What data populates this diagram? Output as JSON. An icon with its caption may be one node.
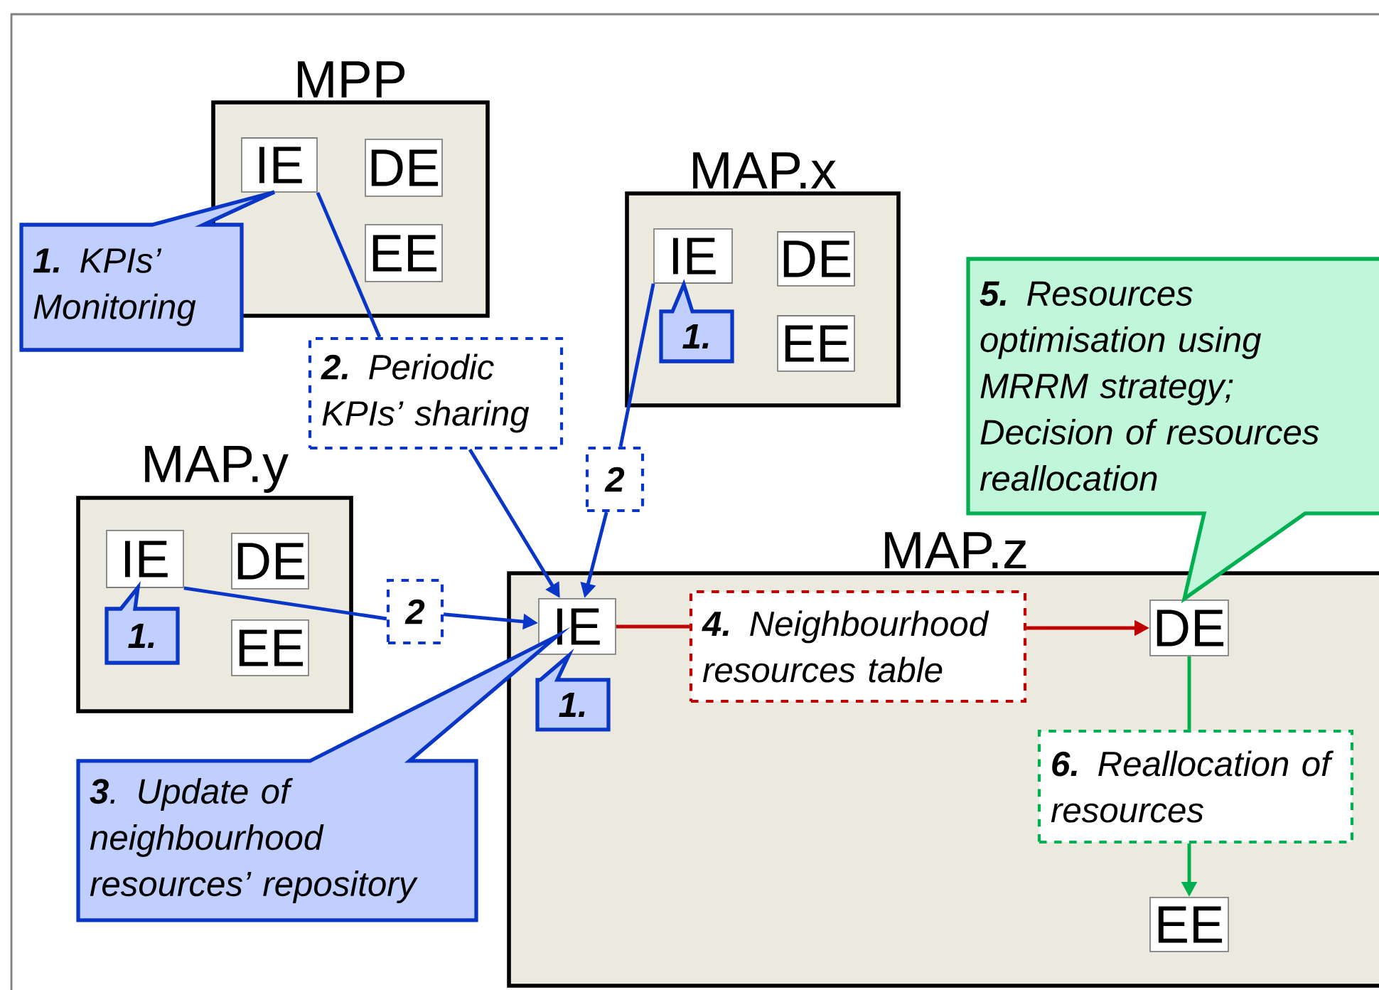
{
  "diagram": {
    "nodes": [
      {
        "text": [
          "MPP"
        ]
      },
      {
        "text": [
          "IE"
        ],
        "in": 0
      },
      {
        "text": [
          "DE"
        ],
        "in": 0
      },
      {
        "text": [
          "EE"
        ],
        "in": 0
      },
      {
        "text": [
          "MAP.x"
        ]
      },
      {
        "text": [
          "IE"
        ],
        "in": 4
      },
      {
        "text": [
          "DE"
        ],
        "in": 4
      },
      {
        "text": [
          "EE"
        ],
        "in": 4
      },
      {
        "text": [
          "MAP.y"
        ]
      },
      {
        "text": [
          "IE"
        ],
        "in": 8
      },
      {
        "text": [
          "DE"
        ],
        "in": 8
      },
      {
        "text": [
          "EE"
        ],
        "in": 8
      },
      {
        "text": [
          "MAP.z"
        ]
      },
      {
        "text": [
          "IE"
        ],
        "in": 12
      },
      {
        "text": [
          "DE"
        ],
        "in": 12
      },
      {
        "text": [
          "EE"
        ],
        "in": 12
      },
      {
        "text": [
          "**1.** KPIs’ Monitoring"
        ]
      },
      {
        "text": [
          "1."
        ],
        "in": 4
      },
      {
        "text": [
          "1."
        ],
        "in": 8
      },
      {
        "text": [
          "1."
        ],
        "in": 12
      },
      {
        "text": [
          "**2.** Periodic KPIs’ sharing"
        ]
      },
      {
        "text": [
          "2"
        ]
      },
      {
        "text": [
          "2"
        ]
      },
      {
        "text": [
          "**3**. Update of neighbourhood resources’ repository"
        ]
      },
      {
        "text": [
          "**4.** Neighbourhood resources table"
        ],
        "in": 12
      },
      {
        "text": [
          "**5.** Resources optimisation using MRRM strategy; Decision of resources reallocation"
        ]
      },
      {
        "text": [
          "**6.** Reallocation of resources"
        ],
        "in": 12
      }
    ],
    "edges": [
      {
        "from": 1,
        "to": 20,
        "arrow": "none"
      },
      {
        "from": 20,
        "to": 13,
        "arrow": "to"
      },
      {
        "from": 5,
        "to": 21,
        "arrow": "none"
      },
      {
        "from": 21,
        "to": 13,
        "arrow": "to"
      },
      {
        "from": 9,
        "to": 22,
        "arrow": "none"
      },
      {
        "from": 22,
        "to": 13,
        "arrow": "to"
      },
      {
        "from": 13,
        "to": 24,
        "arrow": "none",
        "color": "#c00000"
      },
      {
        "from": 24,
        "to": 14,
        "arrow": "to",
        "color": "#c00000"
      },
      {
        "from": 14,
        "to": 26,
        "arrow": "none",
        "color": "#00b050"
      },
      {
        "from": 26,
        "to": 15,
        "arrow": "to",
        "color": "#00b050"
      }
    ]
  }
}
